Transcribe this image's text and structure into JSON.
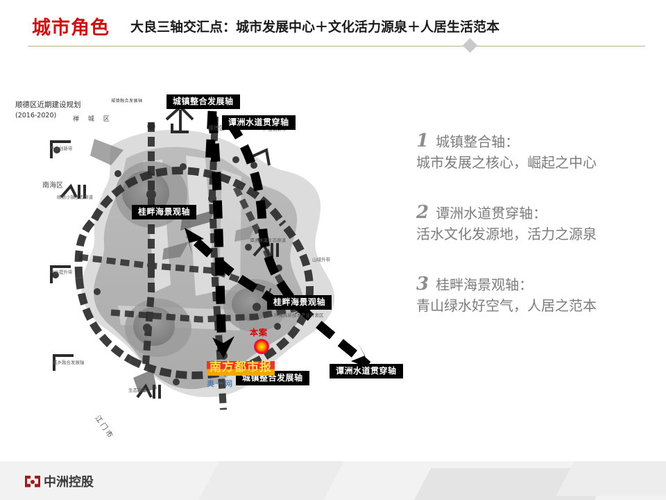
{
  "header": {
    "title": "城市角色",
    "subtitle": "大良三轴交汇点：城市发展中心＋文化活力源泉＋人居生活范本",
    "accent_color": "#cc1111",
    "rule_color": "#bfae8e",
    "diamond_color": "#c9c9c9"
  },
  "map": {
    "title_line1": "顺德区近期建设规划",
    "title_line2": "(2016-2020)",
    "labels": [
      {
        "id": "axis1-top",
        "text": "城镇整合发展轴"
      },
      {
        "id": "axis2-top",
        "text": "谭洲水道贯穿轴"
      },
      {
        "id": "axis3-mid",
        "text": "桂畔海景观轴"
      },
      {
        "id": "axis3-low",
        "text": "桂畔海景观轴"
      },
      {
        "id": "axis1-bot",
        "text": "城镇整合发展轴"
      },
      {
        "id": "axis2-bot",
        "text": "谭洲水道贯穿轴"
      }
    ],
    "site_marker_label": "本案",
    "site_marker_color": "#d40000",
    "notes": {
      "chancheng": "禅 城 区",
      "nanhai": "南海区",
      "top_axis": "城镇融合发展轴",
      "industry_belt_1": "产业创新带",
      "shunde_town": "顺德小镇生态廊道",
      "industry_belt_2": "产业提升带",
      "chengxiang": "城乡融合发展轴",
      "jiangmen": "江门市",
      "eco_corridor": "生态廊道",
      "industry_belt_3": "产业创新带",
      "tanzhou_eco": "谭洲水道生态廊道",
      "shanti": "山域升带",
      "hightech": "环保高新技术产业开发区",
      "shunde_right": "顺德区",
      "shanshi": "山市"
    },
    "watermark": {
      "brand": "南方都市报",
      "site": "奥一网"
    }
  },
  "content": {
    "points": [
      {
        "num": "1",
        "title": "城镇整合轴：",
        "desc": "城市发展之核心，崛起之中心"
      },
      {
        "num": "2",
        "title": "谭洲水道贯穿轴：",
        "desc": "活水文化发源地，活力之源泉"
      },
      {
        "num": "3",
        "title": "桂畔海景观轴：",
        "desc": "青山绿水好空气，人居之范本"
      }
    ],
    "text_color": "#7c7c7c"
  },
  "footer": {
    "company": "中洲控股",
    "logo_color": "#9e1b20",
    "band_color": "#f2f2f2"
  }
}
